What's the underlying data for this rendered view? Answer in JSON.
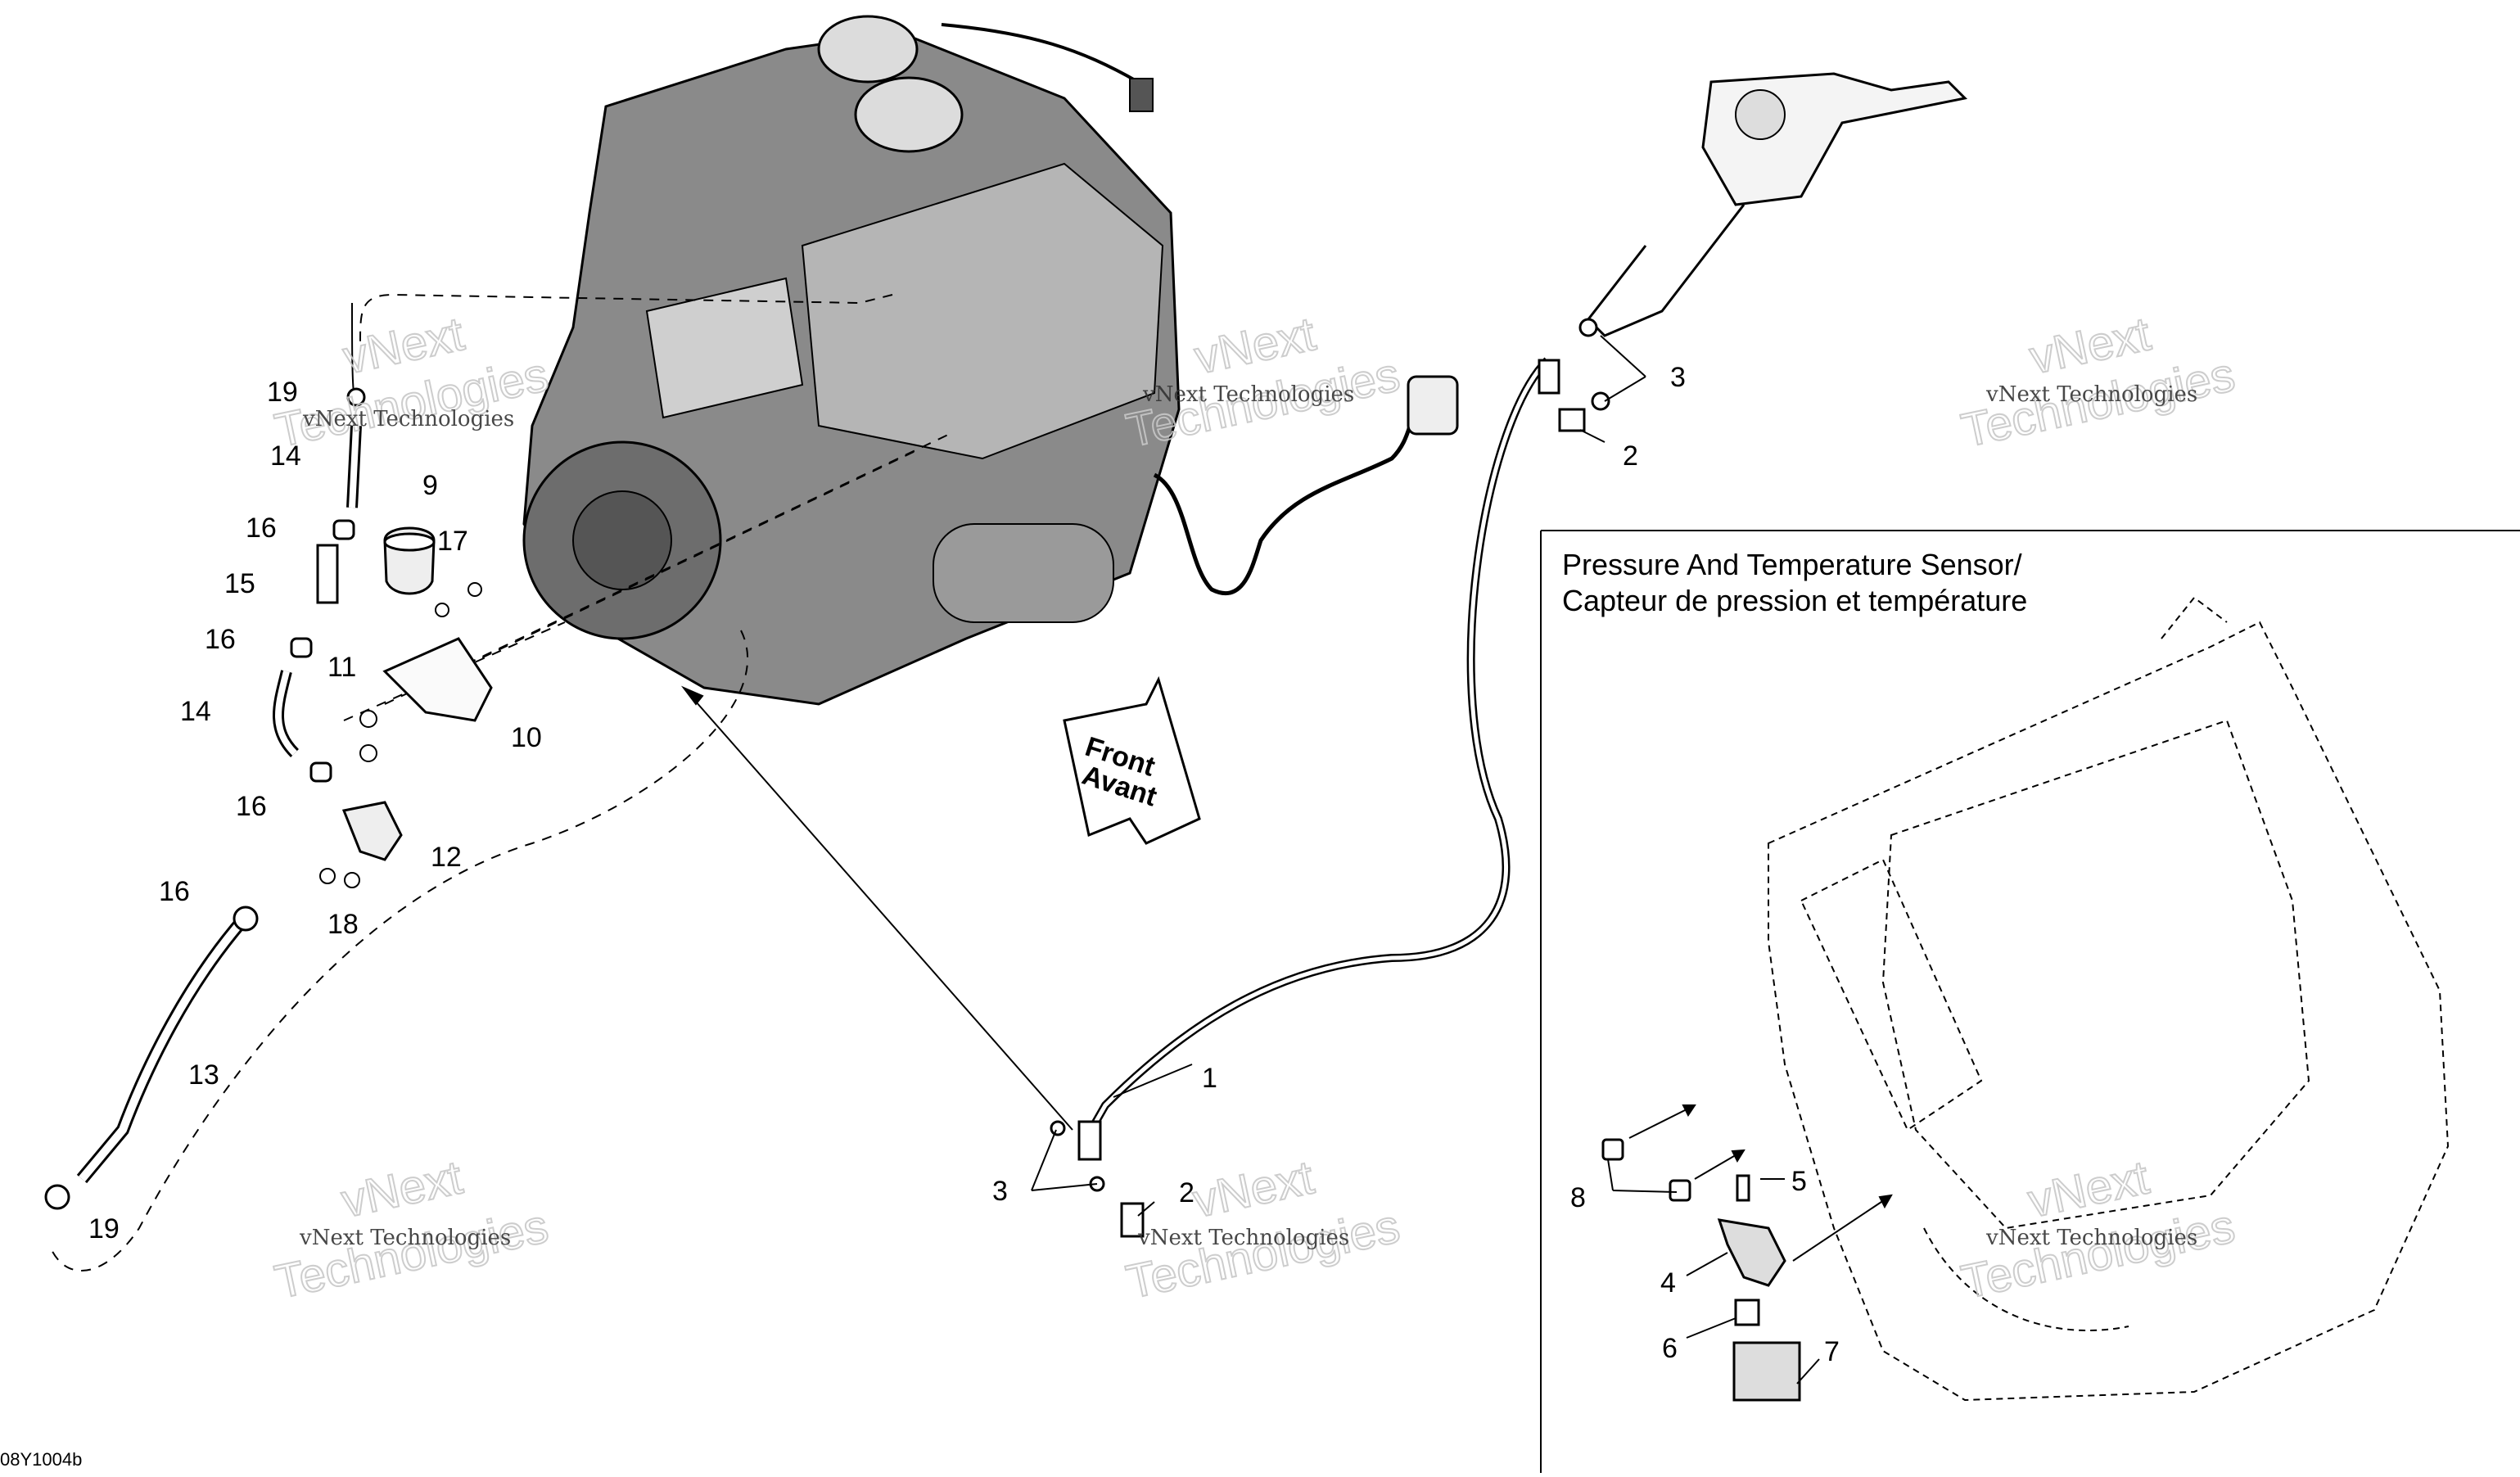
{
  "inset": {
    "title_line1": "Pressure And Temperature Sensor/",
    "title_line2": "Capteur de pression et température"
  },
  "front_arrow": {
    "line1": "Front",
    "line2": "Avant"
  },
  "diagram_code": "08Y1004b",
  "watermark": {
    "line1": "vNext Technologies",
    "line2": "vNext",
    "line3": "Technologies"
  },
  "callouts": {
    "c1": "1",
    "c2a": "2",
    "c2b": "2",
    "c3a": "3",
    "c3b": "3",
    "c4": "4",
    "c5": "5",
    "c6": "6",
    "c7": "7",
    "c8": "8",
    "c9": "9",
    "c10": "10",
    "c11": "11",
    "c12": "12",
    "c13": "13",
    "c14a": "14",
    "c14b": "14",
    "c15": "15",
    "c16a": "16",
    "c16b": "16",
    "c16c": "16",
    "c16d": "16",
    "c17": "17",
    "c18": "18",
    "c19a": "19",
    "c19b": "19"
  },
  "colors": {
    "line": "#000000",
    "engine_fill": "#7a7a7a",
    "watermark": "#c8c8c8"
  }
}
